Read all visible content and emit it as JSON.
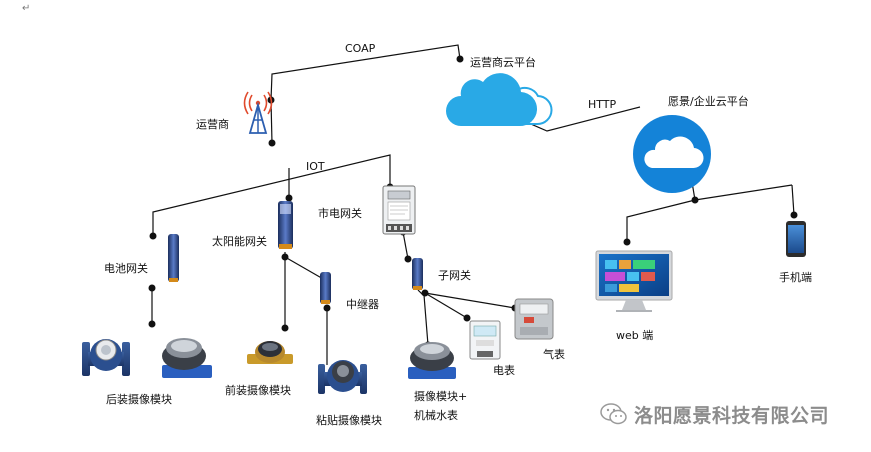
{
  "corner_mark": "↵",
  "labels": {
    "coap": "COAP",
    "carrier_cloud": "运营商云平台",
    "carrier": "运营商",
    "http": "HTTP",
    "company_cloud": "愿景/企业云平台",
    "iot": "IOT",
    "mains_gateway": "市电网关",
    "solar_gateway": "太阳能网关",
    "battery_gateway": "电池网关",
    "sub_gateway": "子网关",
    "repeater": "中继器",
    "web_client": "web 端",
    "mobile_client": "手机端",
    "rear_camera": "后装摄像模块",
    "front_camera": "前装摄像模块",
    "paste_camera": "粘贴摄像模块",
    "camera_mech_line1": "摄像模块+",
    "camera_mech_line2": "机械水表",
    "electric_meter": "电表",
    "gas_meter": "气表"
  },
  "watermark": "洛阳愿景科技有限公司",
  "icons": [
    "antenna-tower-icon",
    "cloud-icon",
    "water-meter-icon",
    "smartphone-icon",
    "monitor-icon",
    "wechat-icon"
  ]
}
